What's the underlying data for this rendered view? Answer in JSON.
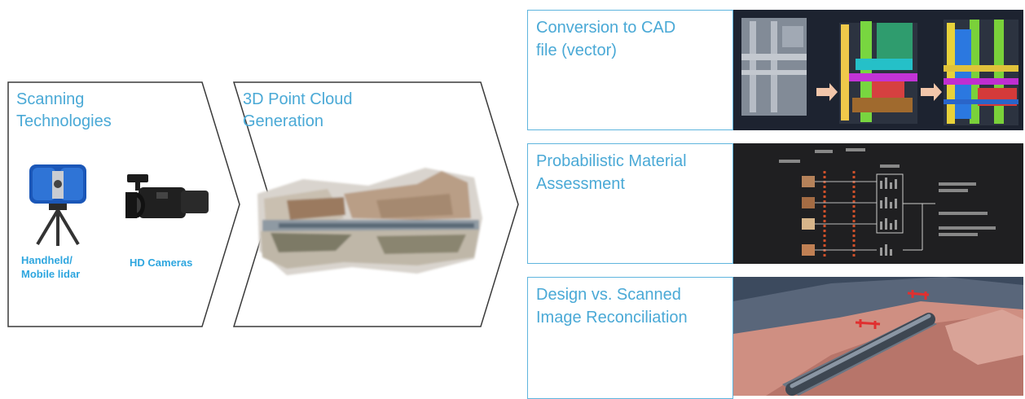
{
  "stages": [
    {
      "title": "Scanning\nTechnologies"
    },
    {
      "title": "3D Point Cloud\nGeneration"
    }
  ],
  "devices": [
    {
      "label": "Handheld/\nMobile lidar",
      "icon": "lidar-scanner-icon"
    },
    {
      "label": "HD Cameras",
      "icon": "video-camera-icon"
    }
  ],
  "outputs": [
    {
      "title": "Conversion to CAD\nfile (vector)",
      "image": "cad-conversion-image"
    },
    {
      "title": "Probabilistic Material\nAssessment",
      "image": "material-assessment-diagram"
    },
    {
      "title": "Design vs. Scanned\nImage Reconciliation",
      "image": "reconciliation-render"
    }
  ],
  "colors": {
    "title_blue": "#4aa9d6",
    "border_gray": "#3a3a3a",
    "box_border": "#5fb5de",
    "label_blue": "#2ea6df"
  }
}
